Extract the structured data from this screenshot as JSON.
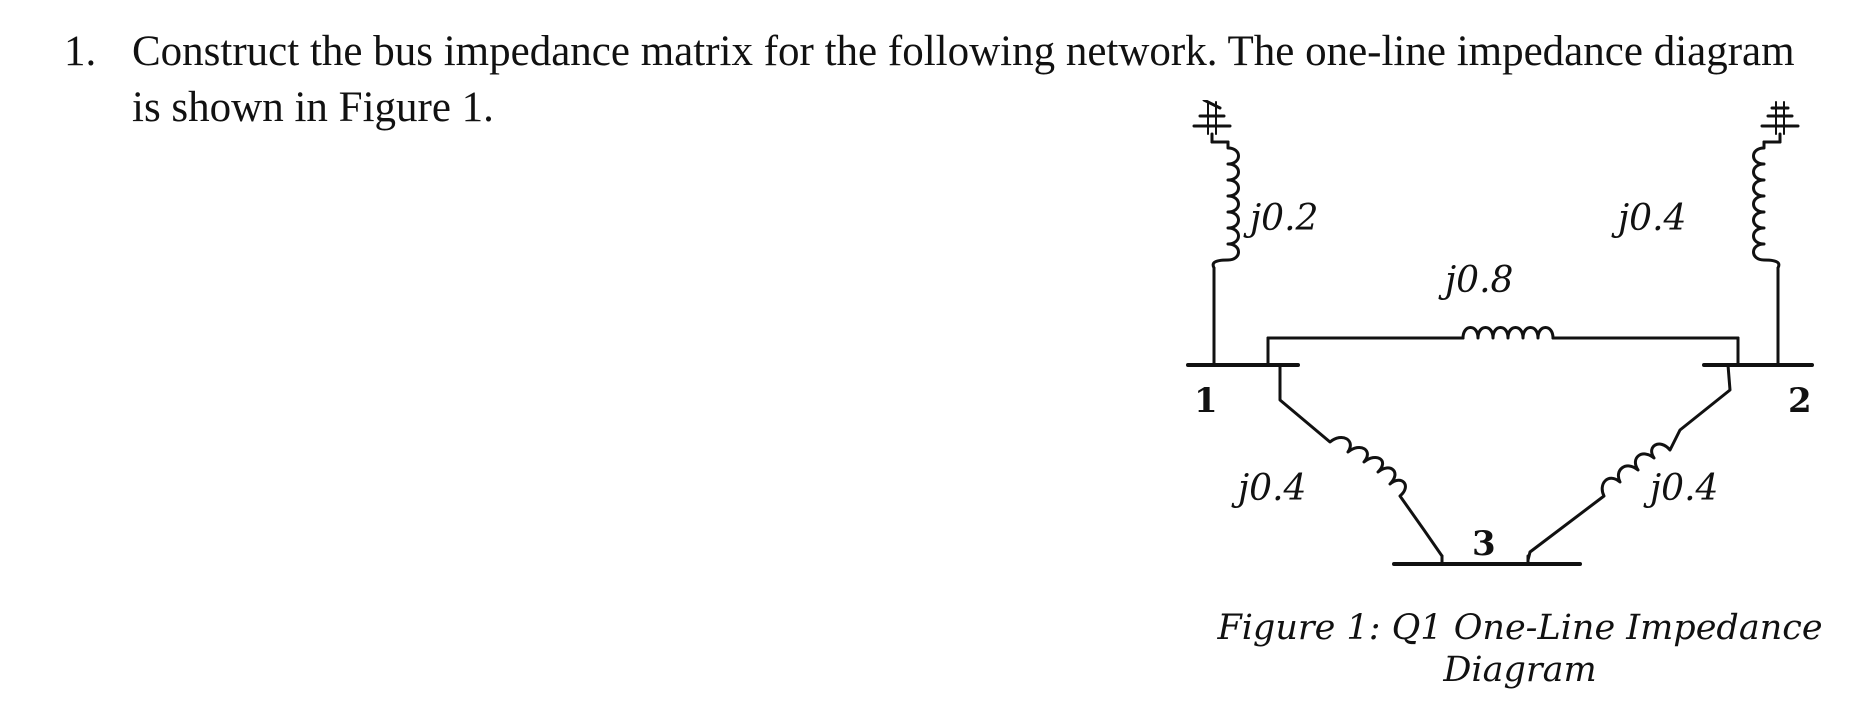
{
  "question": {
    "number": "1.",
    "text": "Construct the bus impedance matrix for the following network. The one-line impedance diagram is shown in Figure 1."
  },
  "figure": {
    "gen1_impedance": "j0.2",
    "gen2_impedance": "j0.4",
    "line_1_2_impedance": "j0.8",
    "line_1_3_impedance": "j0.4",
    "line_2_3_impedance": "j0.4",
    "bus1_label": "1",
    "bus2_label": "2",
    "bus3_label": "3",
    "caption_line1": "Figure 1: Q1 One-Line Impedance",
    "caption_line2": "Diagram"
  }
}
